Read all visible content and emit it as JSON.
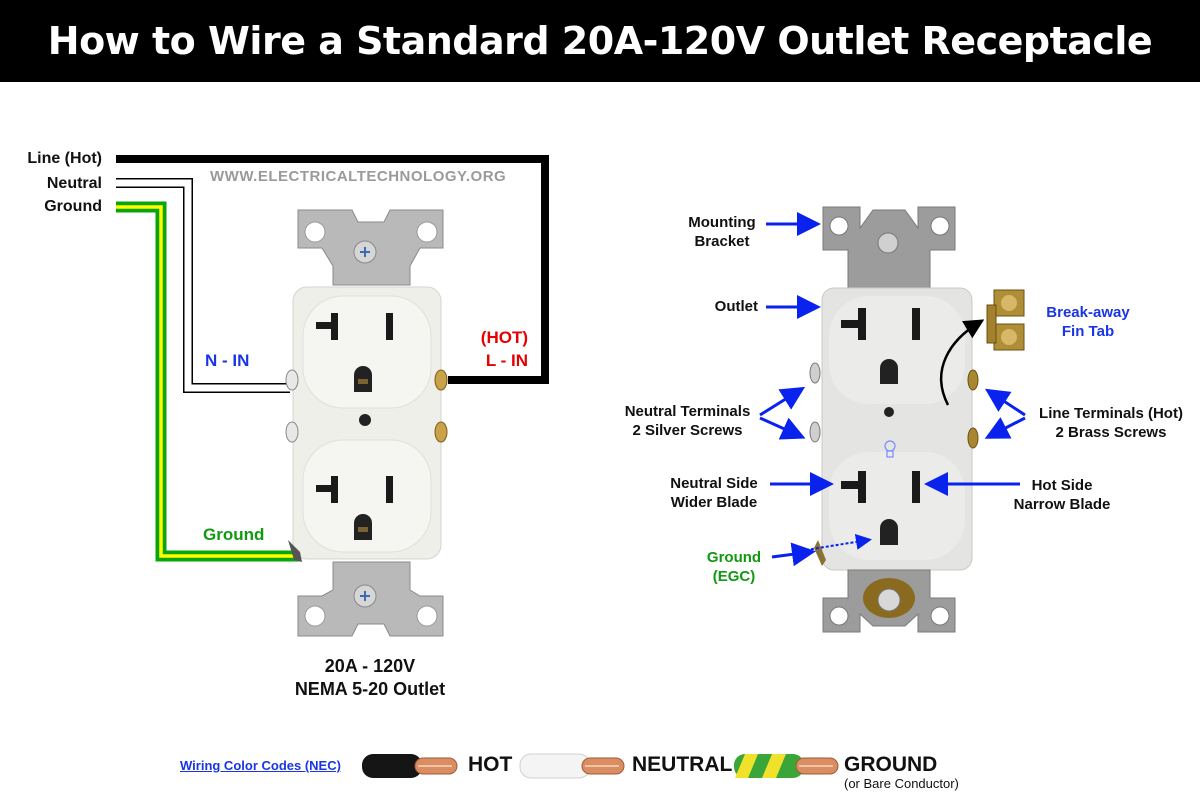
{
  "title": "How to Wire a Standard 20A-120V Outlet Receptacle",
  "watermark": "WWW.ELECTRICALTECHNOLOGY.ORG",
  "colors": {
    "hot_wire": "#000000",
    "neutral_wire": "#ffffff",
    "ground_outer": "#0aa50a",
    "ground_inner": "#ffff00",
    "label_blue": "#1a35e6",
    "label_red": "#e60000",
    "label_green": "#119911",
    "arrow_blue": "#0a22ee"
  },
  "left_diagram": {
    "wire_labels": {
      "line": "Line (Hot)",
      "neutral": "Neutral",
      "ground": "Ground"
    },
    "neutral_terminal": "N - IN",
    "hot_terminal_line1": "(HOT)",
    "hot_terminal_line2": "L - IN",
    "ground_terminal": "Ground",
    "caption_line1": "20A - 120V",
    "caption_line2": "NEMA 5-20 Outlet"
  },
  "right_diagram": {
    "mounting_bracket": [
      "Mounting",
      "Bracket"
    ],
    "outlet": "Outlet",
    "break_away": [
      "Break-away",
      "Fin Tab"
    ],
    "neutral_terminals": [
      "Neutral Terminals",
      "2 Silver Screws"
    ],
    "line_terminals": [
      "Line Terminals (Hot)",
      "2 Brass Screws"
    ],
    "neutral_side": [
      "Neutral Side",
      "Wider Blade"
    ],
    "hot_side": [
      "Hot Side",
      "Narrow Blade"
    ],
    "ground": [
      "Ground",
      "(EGC)"
    ]
  },
  "legend": {
    "link": "Wiring Color Codes (NEC)",
    "items": [
      {
        "label": "HOT",
        "sub": ""
      },
      {
        "label": "NEUTRAL",
        "sub": ""
      },
      {
        "label": "GROUND",
        "sub": "(or Bare Conductor)"
      }
    ]
  }
}
